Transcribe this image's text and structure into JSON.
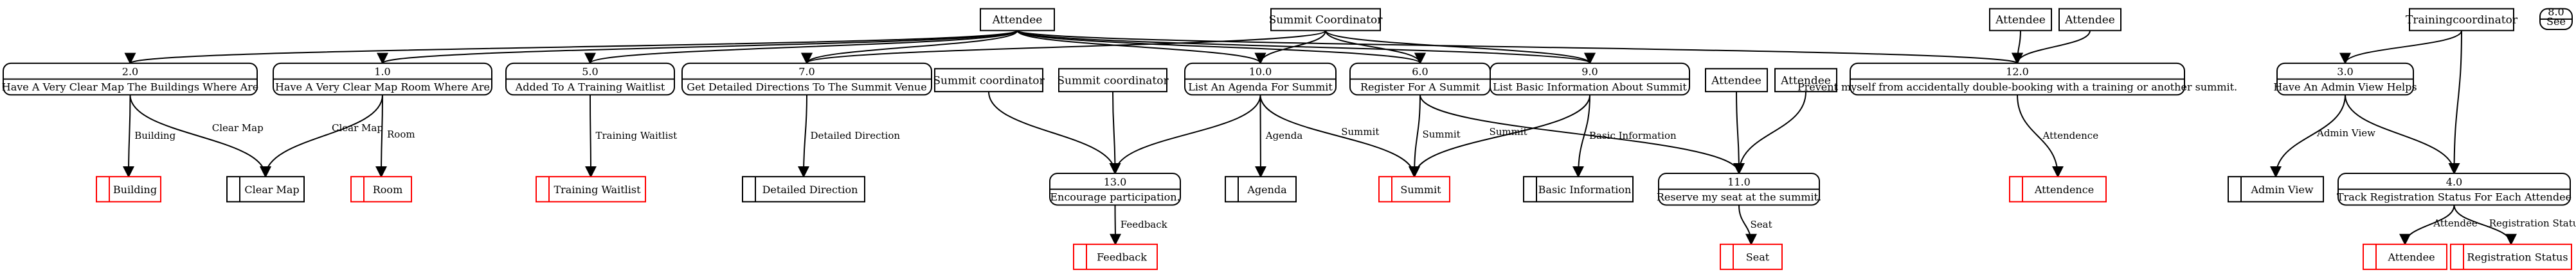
{
  "entities": [
    {
      "key": "attendee_main",
      "label": "Attendee"
    },
    {
      "key": "summit_coordinator_top",
      "label": "Summit Coordinator"
    },
    {
      "key": "attendee_12a",
      "label": "Attendee"
    },
    {
      "key": "attendee_12b",
      "label": "Attendee"
    },
    {
      "key": "training_coordinator",
      "label": "Trainingcoordinator"
    },
    {
      "key": "summit_coordinator_a",
      "label": "Summit coordinator"
    },
    {
      "key": "summit_coordinator_b",
      "label": "Summit coordinator"
    },
    {
      "key": "attendee_11a",
      "label": "Attendee"
    },
    {
      "key": "attendee_11b",
      "label": "Attendee"
    }
  ],
  "processes": [
    {
      "key": "p2",
      "id": "2.0",
      "label": "Have A Very Clear Map The Buildings Where Are"
    },
    {
      "key": "p1",
      "id": "1.0",
      "label": "Have A Very Clear Map Room Where Are"
    },
    {
      "key": "p5",
      "id": "5.0",
      "label": "Added To A Training Waitlist"
    },
    {
      "key": "p7",
      "id": "7.0",
      "label": "Get Detailed Directions To The Summit Venue"
    },
    {
      "key": "p10",
      "id": "10.0",
      "label": "List An Agenda For Summit"
    },
    {
      "key": "p6",
      "id": "6.0",
      "label": "Register For A Summit"
    },
    {
      "key": "p9",
      "id": "9.0",
      "label": "List Basic Information About Summit"
    },
    {
      "key": "p12",
      "id": "12.0",
      "label": "Prevent myself from accidentally double-booking with a training or another summit."
    },
    {
      "key": "p3",
      "id": "3.0",
      "label": "Have An Admin View Helps"
    },
    {
      "key": "p8",
      "id": "8.0",
      "label": "See"
    },
    {
      "key": "p13",
      "id": "13.0",
      "label": "Encourage participation."
    },
    {
      "key": "p11",
      "id": "11.0",
      "label": "Reserve my seat at the summit."
    },
    {
      "key": "p4",
      "id": "4.0",
      "label": "Track Registration Status For Each Attendee"
    }
  ],
  "stores": [
    {
      "key": "s_building",
      "label": "Building",
      "color": "#ff0000"
    },
    {
      "key": "s_clearmap",
      "label": "Clear Map",
      "color": "#000000"
    },
    {
      "key": "s_room",
      "label": "Room",
      "color": "#ff0000"
    },
    {
      "key": "s_waitlist",
      "label": "Training Waitlist",
      "color": "#ff0000"
    },
    {
      "key": "s_direction",
      "label": "Detailed Direction",
      "color": "#000000"
    },
    {
      "key": "s_agenda",
      "label": "Agenda",
      "color": "#000000"
    },
    {
      "key": "s_summit",
      "label": "Summit",
      "color": "#ff0000"
    },
    {
      "key": "s_basicinfo",
      "label": "Basic Information",
      "color": "#000000"
    },
    {
      "key": "s_attendence",
      "label": "Attendence",
      "color": "#ff0000"
    },
    {
      "key": "s_adminview",
      "label": "Admin View",
      "color": "#000000"
    },
    {
      "key": "s_feedback",
      "label": "Feedback",
      "color": "#ff0000"
    },
    {
      "key": "s_seat",
      "label": "Seat",
      "color": "#ff0000"
    },
    {
      "key": "s_attendee",
      "label": "Attendee",
      "color": "#ff0000"
    },
    {
      "key": "s_regstatus",
      "label": "Registration Status",
      "color": "#ff0000"
    }
  ],
  "flow_labels": [
    {
      "key": "f_building",
      "label": "Building"
    },
    {
      "key": "f_clearmap_a",
      "label": "Clear Map"
    },
    {
      "key": "f_clearmap_b",
      "label": "Clear Map"
    },
    {
      "key": "f_room",
      "label": "Room"
    },
    {
      "key": "f_waitlist",
      "label": "Training Waitlist"
    },
    {
      "key": "f_direction",
      "label": "Detailed Direction"
    },
    {
      "key": "f_agenda",
      "label": "Agenda"
    },
    {
      "key": "f_summit_a",
      "label": "Summit"
    },
    {
      "key": "f_summit_b",
      "label": "Summit"
    },
    {
      "key": "f_summit_c",
      "label": "Summit"
    },
    {
      "key": "f_basicinfo",
      "label": "Basic Information"
    },
    {
      "key": "f_attendence",
      "label": "Attendence"
    },
    {
      "key": "f_adminview",
      "label": "Admin View"
    },
    {
      "key": "f_feedback",
      "label": "Feedback"
    },
    {
      "key": "f_seat",
      "label": "Seat"
    },
    {
      "key": "f_attendee",
      "label": "Attendee"
    },
    {
      "key": "f_regstatus",
      "label": "Registration Status"
    }
  ]
}
